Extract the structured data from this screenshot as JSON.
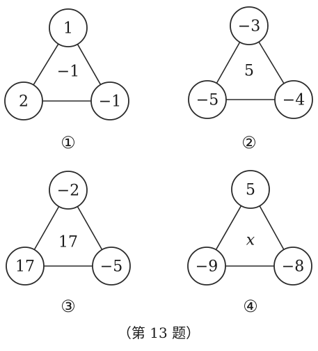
{
  "triangles": [
    {
      "label": "①",
      "top": "1",
      "left": "2",
      "right": "−1",
      "center": "−1",
      "center_italic": false
    },
    {
      "label": "②",
      "top": "−3",
      "left": "−5",
      "right": "−4",
      "center": "5",
      "center_italic": false
    },
    {
      "label": "③",
      "top": "−2",
      "left": "17",
      "right": "−5",
      "center": "17",
      "center_italic": false
    },
    {
      "label": "④",
      "top": "5",
      "left": "−9",
      "right": "−8",
      "center": "x",
      "center_italic": true
    }
  ],
  "caption": "（第 13 题）"
}
